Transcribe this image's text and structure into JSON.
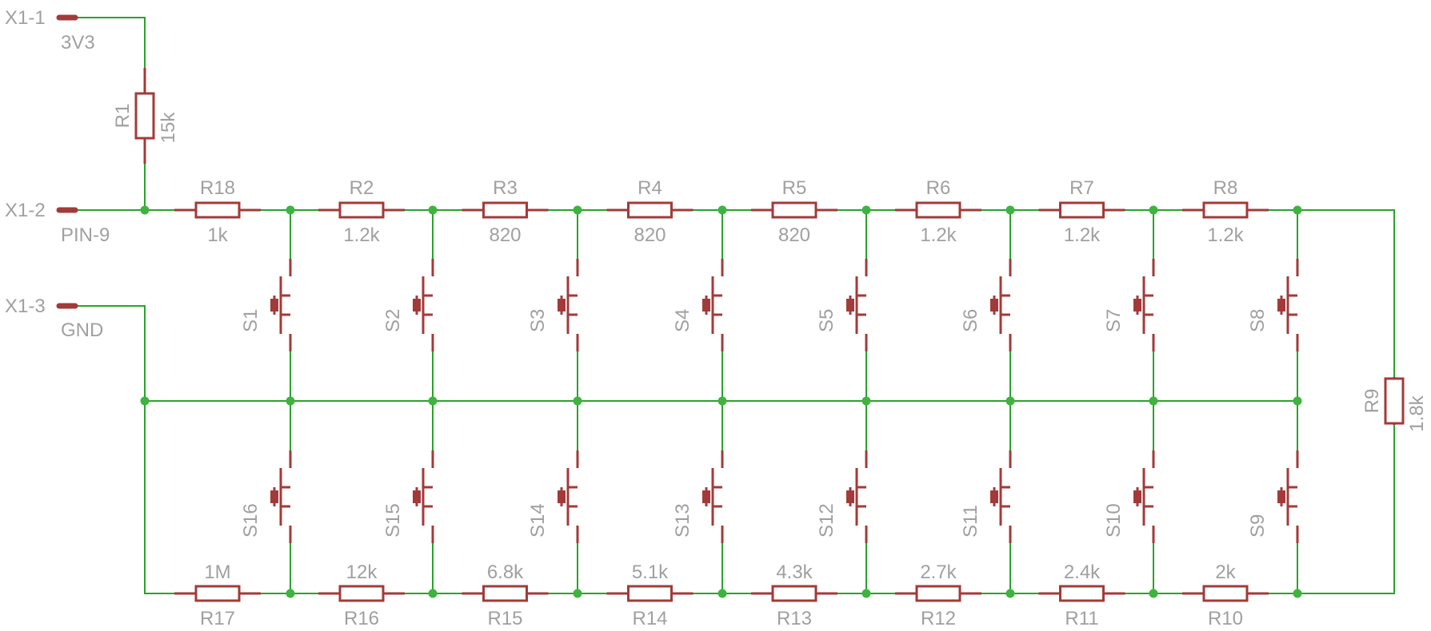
{
  "colors": {
    "wire": "#2aa32a",
    "part": "#a33a3a",
    "junction": "#3fb33f",
    "label": "#a0a0a0",
    "background": "#ffffff"
  },
  "connectors": [
    {
      "pin": "X1-1",
      "net": "3V3"
    },
    {
      "pin": "X1-2",
      "net": "PIN-9"
    },
    {
      "pin": "X1-3",
      "net": "GND"
    }
  ],
  "pullup": {
    "name": "R1",
    "value": "15k"
  },
  "series_top": [
    {
      "name": "R18",
      "value": "1k"
    },
    {
      "name": "R2",
      "value": "1.2k"
    },
    {
      "name": "R3",
      "value": "820"
    },
    {
      "name": "R4",
      "value": "820"
    },
    {
      "name": "R5",
      "value": "820"
    },
    {
      "name": "R6",
      "value": "1.2k"
    },
    {
      "name": "R7",
      "value": "1.2k"
    },
    {
      "name": "R8",
      "value": "1.2k"
    }
  ],
  "right_resistor": {
    "name": "R9",
    "value": "1.8k"
  },
  "series_bottom": [
    {
      "name": "R17",
      "value": "1M"
    },
    {
      "name": "R16",
      "value": "12k"
    },
    {
      "name": "R15",
      "value": "6.8k"
    },
    {
      "name": "R14",
      "value": "5.1k"
    },
    {
      "name": "R13",
      "value": "4.3k"
    },
    {
      "name": "R12",
      "value": "2.7k"
    },
    {
      "name": "R11",
      "value": "2.4k"
    },
    {
      "name": "R10",
      "value": "2k"
    }
  ],
  "switches_top": [
    "S1",
    "S2",
    "S3",
    "S4",
    "S5",
    "S6",
    "S7",
    "S8"
  ],
  "switches_bottom": [
    "S16",
    "S15",
    "S14",
    "S13",
    "S12",
    "S11",
    "S10",
    "S9"
  ]
}
